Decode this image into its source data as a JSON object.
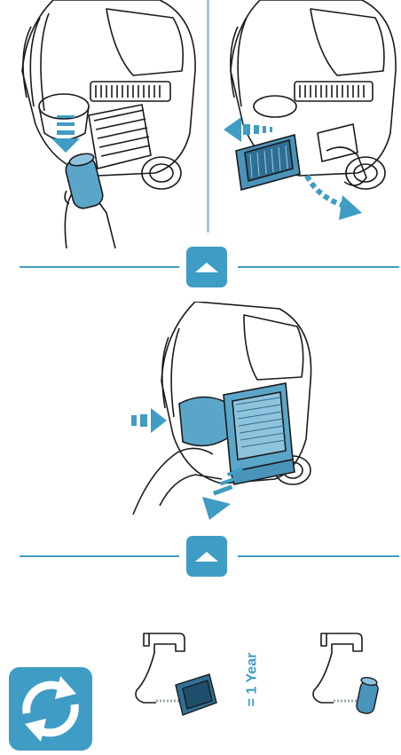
{
  "nav": {
    "up_button_1": "up-arrow",
    "up_button_2": "up-arrow"
  },
  "interval_label": "= 1 Year",
  "icons": {
    "replace": "refresh-cycle-icon"
  },
  "colors": {
    "accent": "#3f9cc4",
    "part_blue": "#5aa6c9",
    "line": "#1a1a1a"
  }
}
